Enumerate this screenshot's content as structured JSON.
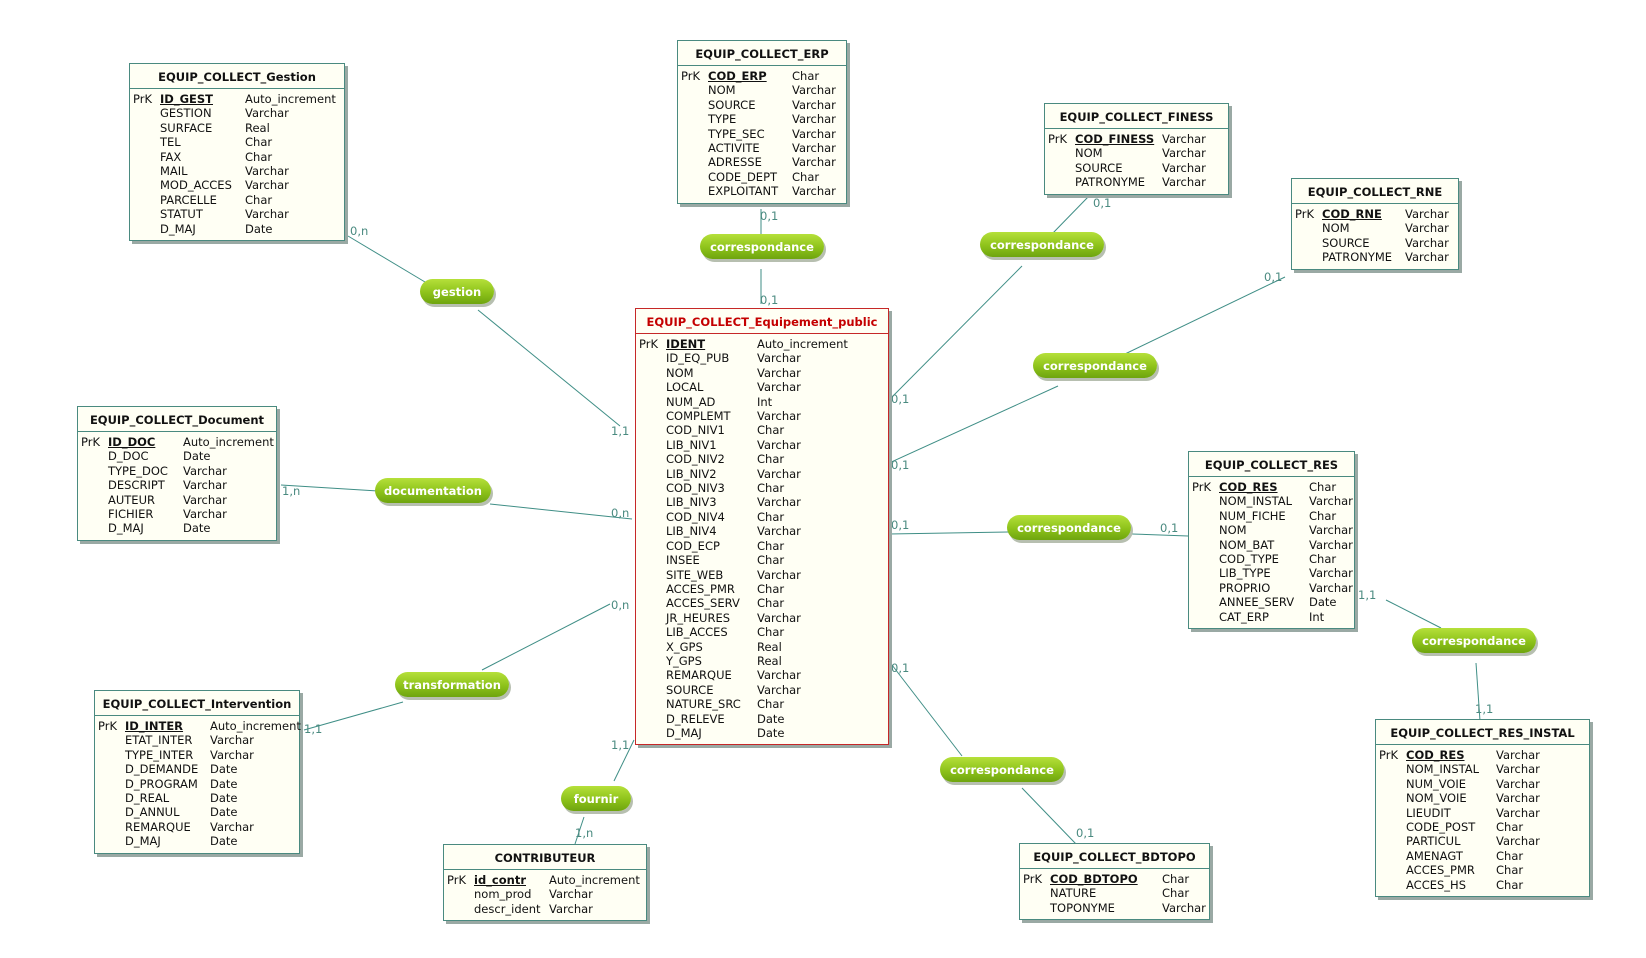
{
  "entities": {
    "main": {
      "name": "EQUIP_COLLECT_Equipement_public",
      "fields": [
        {
          "key": true,
          "name": "IDENT",
          "type": "Auto_increment"
        },
        {
          "name": "ID_EQ_PUB",
          "type": "Varchar"
        },
        {
          "name": "NOM",
          "type": "Varchar"
        },
        {
          "name": "LOCAL",
          "type": "Varchar"
        },
        {
          "name": "NUM_AD",
          "type": "Int"
        },
        {
          "name": "COMPLEMT",
          "type": "Varchar"
        },
        {
          "name": "COD_NIV1",
          "type": "Char"
        },
        {
          "name": "LIB_NIV1",
          "type": "Varchar"
        },
        {
          "name": "COD_NIV2",
          "type": "Char"
        },
        {
          "name": "LIB_NIV2",
          "type": "Varchar"
        },
        {
          "name": "COD_NIV3",
          "type": "Char"
        },
        {
          "name": "LIB_NIV3",
          "type": "Varchar"
        },
        {
          "name": "COD_NIV4",
          "type": "Char"
        },
        {
          "name": "LIB_NIV4",
          "type": "Varchar"
        },
        {
          "name": "COD_ECP",
          "type": "Char"
        },
        {
          "name": "INSEE",
          "type": "Char"
        },
        {
          "name": "SITE_WEB",
          "type": "Varchar"
        },
        {
          "name": "ACCES_PMR",
          "type": "Char"
        },
        {
          "name": "ACCES_SERV",
          "type": "Char"
        },
        {
          "name": "JR_HEURES",
          "type": "Varchar"
        },
        {
          "name": "LIB_ACCES",
          "type": "Char"
        },
        {
          "name": "X_GPS",
          "type": "Real"
        },
        {
          "name": "Y_GPS",
          "type": "Real"
        },
        {
          "name": "REMARQUE",
          "type": "Varchar"
        },
        {
          "name": "SOURCE",
          "type": "Varchar"
        },
        {
          "name": "NATURE_SRC",
          "type": "Char"
        },
        {
          "name": "D_RELEVE",
          "type": "Date"
        },
        {
          "name": "D_MAJ",
          "type": "Date"
        }
      ]
    },
    "gestion": {
      "name": "EQUIP_COLLECT_Gestion",
      "fields": [
        {
          "key": true,
          "name": "ID_GEST",
          "type": "Auto_increment"
        },
        {
          "name": "GESTION",
          "type": "Varchar"
        },
        {
          "name": "SURFACE",
          "type": "Real"
        },
        {
          "name": "TEL",
          "type": "Char"
        },
        {
          "name": "FAX",
          "type": "Char"
        },
        {
          "name": "MAIL",
          "type": "Varchar"
        },
        {
          "name": "MOD_ACCES",
          "type": "Varchar"
        },
        {
          "name": "PARCELLE",
          "type": "Char"
        },
        {
          "name": "STATUT",
          "type": "Varchar"
        },
        {
          "name": "D_MAJ",
          "type": "Date"
        }
      ]
    },
    "erp": {
      "name": "EQUIP_COLLECT_ERP",
      "fields": [
        {
          "key": true,
          "name": "COD_ERP",
          "type": "Char"
        },
        {
          "name": "NOM",
          "type": "Varchar"
        },
        {
          "name": "SOURCE",
          "type": "Varchar"
        },
        {
          "name": "TYPE",
          "type": "Varchar"
        },
        {
          "name": "TYPE_SEC",
          "type": "Varchar"
        },
        {
          "name": "ACTIVITE",
          "type": "Varchar"
        },
        {
          "name": "ADRESSE",
          "type": "Varchar"
        },
        {
          "name": "CODE_DEPT",
          "type": "Char"
        },
        {
          "name": "EXPLOITANT",
          "type": "Varchar"
        }
      ]
    },
    "finess": {
      "name": "EQUIP_COLLECT_FINESS",
      "fields": [
        {
          "key": true,
          "name": "COD_FINESS",
          "type": "Varchar"
        },
        {
          "name": "NOM",
          "type": "Varchar"
        },
        {
          "name": "SOURCE",
          "type": "Varchar"
        },
        {
          "name": "PATRONYME",
          "type": "Varchar"
        }
      ]
    },
    "rne": {
      "name": "EQUIP_COLLECT_RNE",
      "fields": [
        {
          "key": true,
          "name": "COD_RNE",
          "type": "Varchar"
        },
        {
          "name": "NOM",
          "type": "Varchar"
        },
        {
          "name": "SOURCE",
          "type": "Varchar"
        },
        {
          "name": "PATRONYME",
          "type": "Varchar"
        }
      ]
    },
    "document": {
      "name": "EQUIP_COLLECT_Document",
      "fields": [
        {
          "key": true,
          "name": "ID_DOC",
          "type": "Auto_increment"
        },
        {
          "name": "D_DOC",
          "type": "Date"
        },
        {
          "name": "TYPE_DOC",
          "type": "Varchar"
        },
        {
          "name": "DESCRIPT",
          "type": "Varchar"
        },
        {
          "name": "AUTEUR",
          "type": "Varchar"
        },
        {
          "name": "FICHIER",
          "type": "Varchar"
        },
        {
          "name": "D_MAJ",
          "type": "Date"
        }
      ]
    },
    "res": {
      "name": "EQUIP_COLLECT_RES",
      "fields": [
        {
          "key": true,
          "name": "COD_RES",
          "type": "Char"
        },
        {
          "name": "NOM_INSTAL",
          "type": "Varchar"
        },
        {
          "name": "NUM_FICHE",
          "type": "Char"
        },
        {
          "name": "NOM",
          "type": "Varchar"
        },
        {
          "name": "NOM_BAT",
          "type": "Varchar"
        },
        {
          "name": "COD_TYPE",
          "type": "Char"
        },
        {
          "name": "LIB_TYPE",
          "type": "Varchar"
        },
        {
          "name": "PROPRIO",
          "type": "Varchar"
        },
        {
          "name": "ANNEE_SERV",
          "type": "Date"
        },
        {
          "name": "CAT_ERP",
          "type": "Int"
        }
      ]
    },
    "intervention": {
      "name": "EQUIP_COLLECT_Intervention",
      "fields": [
        {
          "key": true,
          "name": "ID_INTER",
          "type": "Auto_increment"
        },
        {
          "name": "ETAT_INTER",
          "type": "Varchar"
        },
        {
          "name": "TYPE_INTER",
          "type": "Varchar"
        },
        {
          "name": "D_DEMANDE",
          "type": "Date"
        },
        {
          "name": "D_PROGRAM",
          "type": "Date"
        },
        {
          "name": "D_REAL",
          "type": "Date"
        },
        {
          "name": "D_ANNUL",
          "type": "Date"
        },
        {
          "name": "REMARQUE",
          "type": "Varchar"
        },
        {
          "name": "D_MAJ",
          "type": "Date"
        }
      ]
    },
    "contributeur": {
      "name": "CONTRIBUTEUR",
      "fields": [
        {
          "key": true,
          "name": "id_contr",
          "type": "Auto_increment"
        },
        {
          "name": "nom_prod",
          "type": "Varchar"
        },
        {
          "name": "descr_ident",
          "type": "Varchar"
        }
      ]
    },
    "bdtopo": {
      "name": "EQUIP_COLLECT_BDTOPO",
      "fields": [
        {
          "key": true,
          "name": "COD_BDTOPO",
          "type": "Char"
        },
        {
          "name": "NATURE",
          "type": "Char"
        },
        {
          "name": "TOPONYME",
          "type": "Varchar"
        }
      ]
    },
    "res_instal": {
      "name": "EQUIP_COLLECT_RES_INSTAL",
      "fields": [
        {
          "key": true,
          "name": "COD_RES",
          "type": "Varchar"
        },
        {
          "name": "NOM_INSTAL",
          "type": "Varchar"
        },
        {
          "name": "NUM_VOIE",
          "type": "Varchar"
        },
        {
          "name": "NOM_VOIE",
          "type": "Varchar"
        },
        {
          "name": "LIEUDIT",
          "type": "Varchar"
        },
        {
          "name": "CODE_POST",
          "type": "Char"
        },
        {
          "name": "PARTICUL",
          "type": "Varchar"
        },
        {
          "name": "AMENAGT",
          "type": "Char"
        },
        {
          "name": "ACCES_PMR",
          "type": "Char"
        },
        {
          "name": "ACCES_HS",
          "type": "Char"
        }
      ]
    }
  },
  "pk_label": "PrK",
  "relations": {
    "gestion": "gestion",
    "documentation": "documentation",
    "transformation": "transformation",
    "fournir": "fournir",
    "corr_erp": "correspondance",
    "corr_finess": "correspondance",
    "corr_rne": "correspondance",
    "corr_res": "correspondance",
    "corr_bdtopo": "correspondance",
    "corr_res_instal": "correspondance"
  },
  "cardinalities": {
    "gestion_ent": "0,n",
    "gestion_main": "1,1",
    "doc_ent": "1,n",
    "doc_main": "0,n",
    "transfo_main": "0,n",
    "transfo_ent": "1,1",
    "fournir_main": "1,1",
    "fournir_ent": "1,n",
    "erp_ent": "0,1",
    "erp_main": "0,1",
    "finess_ent": "0,1",
    "finess_main": "0,1",
    "rne_ent": "0,1",
    "rne_main": "0,1",
    "res_main": "0,1",
    "res_ent": "0,1",
    "bdtopo_main": "0,1",
    "bdtopo_ent": "0,1",
    "res_link": "1,1",
    "res_instal_link": "1,1"
  }
}
